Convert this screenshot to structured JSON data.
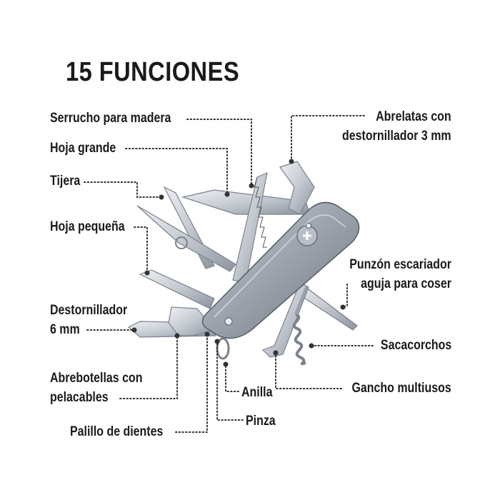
{
  "title": "15 FUNCIONES",
  "labels": {
    "serrucho": "Serrucho para madera",
    "hoja_grande": "Hoja grande",
    "tijera": "Tijera",
    "hoja_pequena": "Hoja pequeña",
    "destornillador_1": "Destornillador",
    "destornillador_2": "6 mm",
    "abrebotellas_1": "Abrebotellas con",
    "abrebotellas_2": "pelacables",
    "palillo": "Palillo de dientes",
    "abrelatas_1": "Abrelatas con",
    "abrelatas_2": "destornillador 3 mm",
    "punzon_1": "Punzón escariador",
    "punzon_2": "aguja para coser",
    "sacacorchos": "Sacacorchos",
    "gancho": "Gancho multiusos",
    "anilla": "Anilla",
    "pinza": "Pinza"
  },
  "colors": {
    "text": "#1a1a1a",
    "leader": "#333333",
    "tool_metal": "#c9ced6",
    "handle": "#9aa1ab"
  }
}
